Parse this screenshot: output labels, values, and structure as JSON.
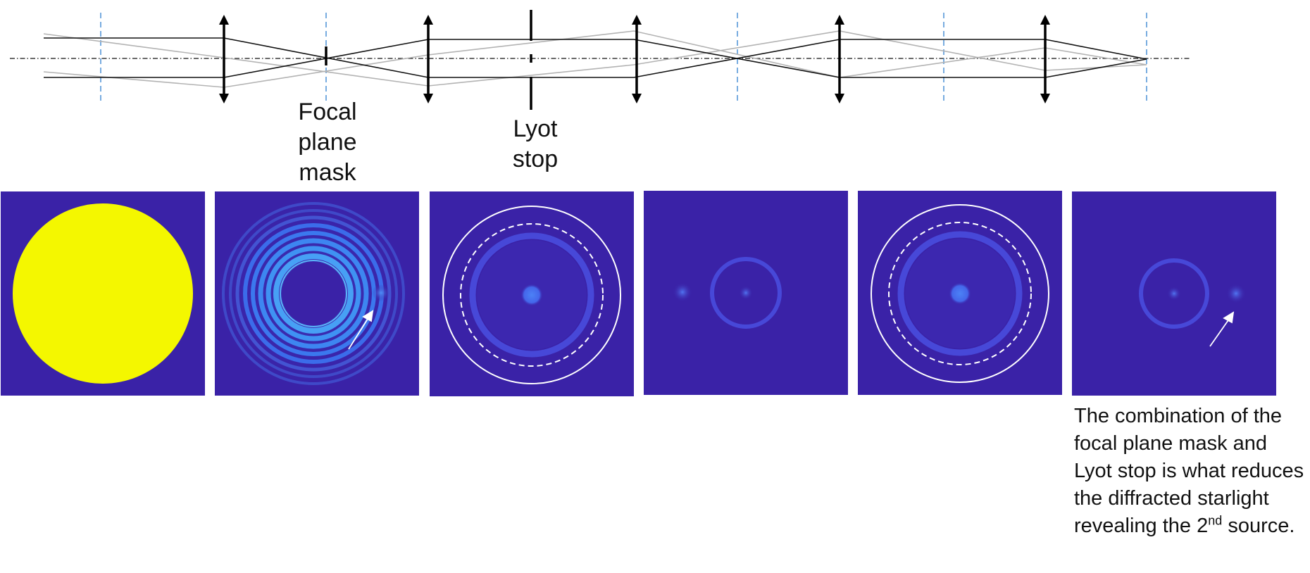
{
  "labels": {
    "focal_plane_mask": "Focal\nplane\nmask",
    "lyot_stop": "Lyot\nstop"
  },
  "caption": {
    "main": "The combination of the focal plane mask and Lyot stop is what reduces the diffracted starlight revealing the 2",
    "superscript": "nd",
    "end": " source."
  },
  "colors": {
    "panel_background": "#3a22a7",
    "pupil_fill": "#f4f700",
    "ring_blue": "#4a4fe0",
    "bright_ring": "#3d8cf2",
    "optical_axis": "#111111",
    "plane_marker": "#2f7fd0",
    "ray_black": "#111111",
    "ray_gray": "#b3b3b3",
    "overlay_white": "#ffffff"
  },
  "icons": {
    "lens": "double-arrow-lens-icon",
    "pointer": "arrow-icon"
  }
}
